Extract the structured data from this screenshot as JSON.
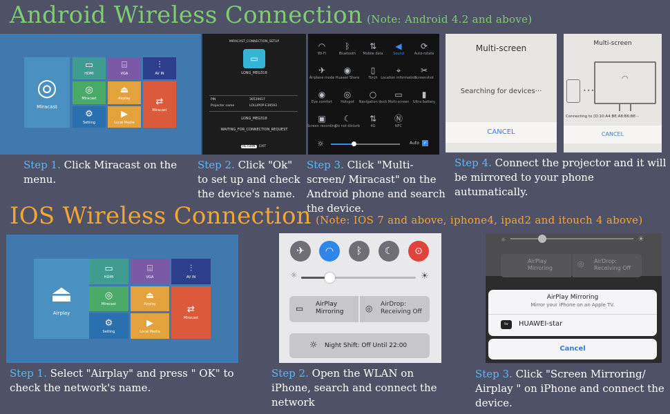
{
  "android": {
    "title": "Android Wireless Connection",
    "note": "(Note: Android 4.2 and above)",
    "step1": {
      "label": "Step 1.",
      "text": " Click Miracast on the menu."
    },
    "step2": {
      "label": "Step 2.",
      "text": " Click \"Ok\" to set up and check the device's name."
    },
    "step3": {
      "label": "Step 3.",
      "text": " Click \"Multi-screen/ Miracast\" on the Android phone and search the device."
    },
    "step4": {
      "label": "Step 4.",
      "text": " Connect the projector and it will be mirrored to your phone autumatically."
    }
  },
  "ios": {
    "title": "IOS Wireless Connection",
    "note": "(Note: IOS 7 and above, iphone4, ipad2 and itouch 4 above)",
    "step1": {
      "label": "Step 1.",
      "text": " Select \"Airplay\" and press \" OK\" to check the network's name."
    },
    "step2": {
      "label": "Step 2.",
      "text": " Open the WLAN on iPhone, search and connect the network"
    },
    "step3": {
      "label": "Step 3.",
      "text": " Click \"Screen Mirroring/ Airplay \" on iPhone and connect the device."
    }
  },
  "menu_android": {
    "big": "Miracast",
    "tiles": [
      "HDMI",
      "VGA",
      "AV IN",
      "Miracast",
      "Airplay",
      "Setting",
      "Local Media",
      "Miracast"
    ]
  },
  "menu_ios": {
    "big": "Airplay",
    "tiles": [
      "HDMI",
      "VGA",
      "AV IN",
      "Miracast",
      "Airplay",
      "Setting",
      "Local Media",
      "Miracast"
    ]
  },
  "setup": {
    "title": "MIRACAST_CONNECTION_SETUP",
    "name": "LONG_MEG318",
    "pin_label": "PIN",
    "pin": "36539657",
    "proj_label": "Projector name",
    "proj": "LOLLIPOP-E39593",
    "name2": "LONG_MEG318",
    "waiting": "WAITING_FOR_CONNECTION_REQUEST",
    "return": "RETURN",
    "exit": "EXIT"
  },
  "quick": {
    "items": [
      "Wi-Fi",
      "Bluetooth",
      "Mobile data",
      "Sound",
      "Auto-rotate",
      "Airplane mode",
      "Huawei Share",
      "Torch",
      "Location information",
      "Screenshot",
      "Eye comfort",
      "Hotspot",
      "Navigation dock",
      "Multi-screen",
      "Ultra battery",
      "Screen recording",
      "Do not disturb",
      "4G",
      "NFC"
    ],
    "auto": "Auto"
  },
  "multi1": {
    "title": "Multi-screen",
    "searching": "Searching for devices···",
    "cancel": "CANCEL"
  },
  "multi2": {
    "title": "Multi-screen",
    "connecting": "Connecting to [D:10:A4:BE:A8:B6:BE···",
    "cancel": "CANCEL"
  },
  "cc": {
    "airplay": "AirPlay Mirroring",
    "airdrop": "AirDrop: Receiving Off",
    "night": "Night Shift: Off Until 22:00"
  },
  "mirror": {
    "airplay": "AirPlay Mirroring",
    "airdrop": "AirDrop: Receiving Off",
    "title": "AirPlay Mirroring",
    "sub": "Mirror your iPhone on an Apple TV.",
    "device": "HUAWEI-star",
    "tv": "tv",
    "cancel": "Cancel"
  }
}
